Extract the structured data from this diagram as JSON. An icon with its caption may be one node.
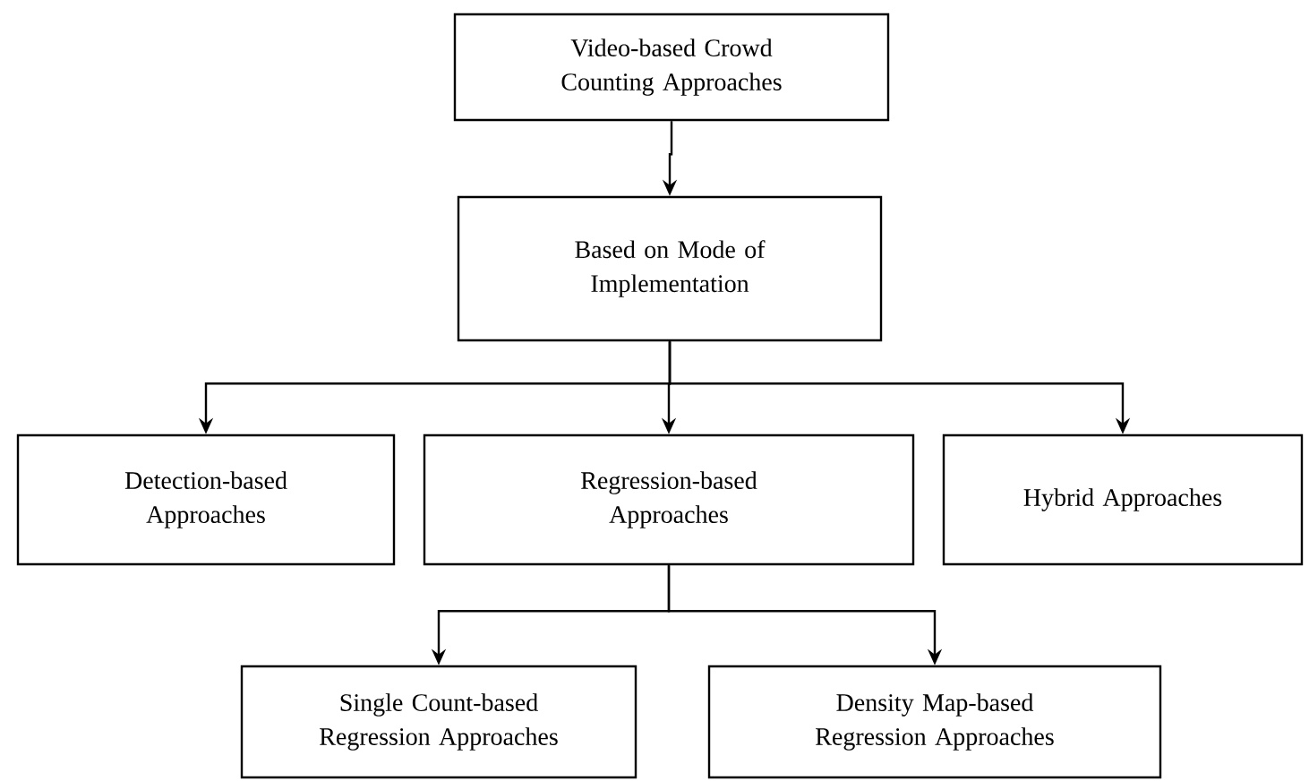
{
  "diagram": {
    "nodes": [
      {
        "text": [
          "Video-based Crowd Counting Approaches"
        ]
      },
      {
        "text": [
          "Based on Mode of Implementation"
        ]
      },
      {
        "text": [
          "Detection-based Approaches"
        ]
      },
      {
        "text": [
          "Regression-based Approaches"
        ]
      },
      {
        "text": [
          "Hybrid Approaches"
        ]
      },
      {
        "text": [
          "Single Count-based Regression Approaches"
        ]
      },
      {
        "text": [
          "Density Map-based Regression Approaches"
        ]
      }
    ],
    "edges": [
      {
        "from": 0,
        "to": 1,
        "arrow": "to"
      },
      {
        "from": 1,
        "to": 2,
        "arrow": "to"
      },
      {
        "from": 1,
        "to": 3,
        "arrow": "to"
      },
      {
        "from": 1,
        "to": 4,
        "arrow": "to"
      },
      {
        "from": 3,
        "to": 5,
        "arrow": "to"
      },
      {
        "from": 3,
        "to": 6,
        "arrow": "to"
      }
    ]
  }
}
